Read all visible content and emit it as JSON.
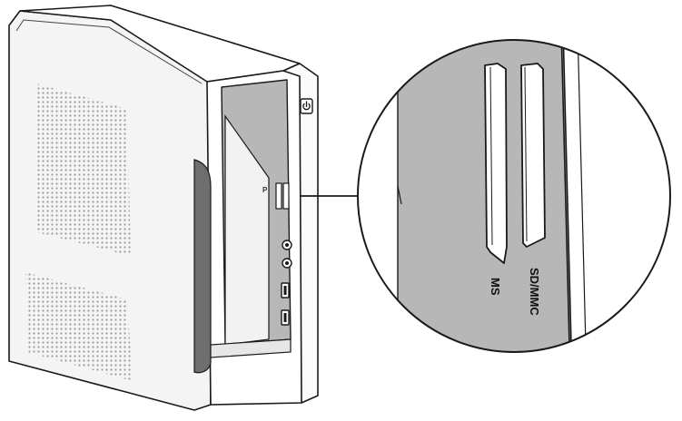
{
  "labels": {
    "ms": "MS",
    "sd_mmc": "SD/MMC",
    "drive_letter": "P"
  },
  "icons": {
    "power": "power-icon"
  },
  "colors": {
    "outline": "#1a1a1a",
    "chassis": "#f4f4f4",
    "front_panel": "#b7b7b7",
    "vent_dots": "#9a9a9a"
  }
}
